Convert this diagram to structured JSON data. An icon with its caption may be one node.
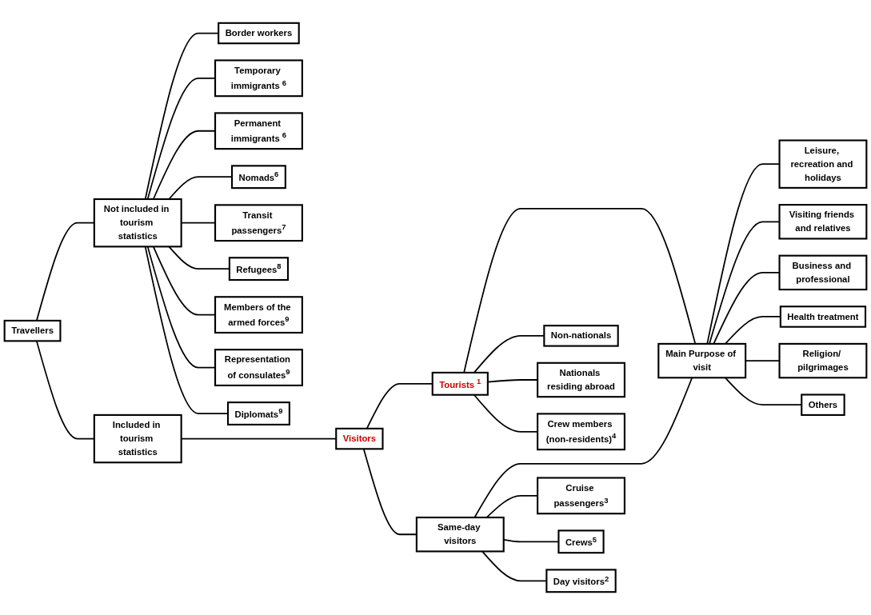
{
  "diagram": {
    "nodes": [
      {
        "text": [
          "Travellers"
        ]
      },
      {
        "text": [
          "Not included in tourism statistics"
        ]
      },
      {
        "text": [
          "Included in tourism statistics"
        ]
      },
      {
        "text": [
          "Visitors"
        ]
      },
      {
        "text": [
          "Tourists $^{1}$"
        ]
      },
      {
        "text": [
          "Same-day visitors"
        ]
      },
      {
        "text": [
          "Main Purpose of visit"
        ]
      },
      {
        "text": [
          "Leisure, recreation and holidays"
        ]
      },
      {
        "text": [
          "Visiting friends and relatives"
        ]
      },
      {
        "text": [
          "Business and professional"
        ]
      },
      {
        "text": [
          "Health treatment"
        ]
      },
      {
        "text": [
          "Religion/ pilgrimages"
        ]
      },
      {
        "text": [
          "Others"
        ]
      },
      {
        "text": [
          "Non-nationals"
        ]
      },
      {
        "text": [
          "Nationals residing abroad"
        ]
      },
      {
        "text": [
          "Crew members (non-residents)$^{4}$"
        ]
      },
      {
        "text": [
          "Cruise passengers$^{3}$"
        ]
      },
      {
        "text": [
          "Crews$^{5}$"
        ]
      },
      {
        "text": [
          "Day visitors$^{2}$"
        ]
      },
      {
        "text": [
          "Border workers"
        ]
      },
      {
        "text": [
          "Temporary immigrants $^{6}$"
        ]
      },
      {
        "text": [
          "Permanent immigrants $^{6}$"
        ]
      },
      {
        "text": [
          "Nomads$^{6}$"
        ]
      },
      {
        "text": [
          "Transit passengers$^{7}$"
        ]
      },
      {
        "text": [
          "Refugees$^{8}$"
        ]
      },
      {
        "text": [
          "Members of the armed forces$^{9}$"
        ]
      },
      {
        "text": [
          "Representation of consulates$^{9}$"
        ]
      },
      {
        "text": [
          "Diplomats$^{9}$"
        ]
      }
    ],
    "edges": [
      {
        "from": 0,
        "to": 1,
        "arrow": "none"
      },
      {
        "from": 0,
        "to": 2,
        "arrow": "none"
      },
      {
        "from": 2,
        "to": 3,
        "arrow": "none"
      },
      {
        "from": 3,
        "to": 4,
        "arrow": "none"
      },
      {
        "from": 3,
        "to": 5,
        "arrow": "none"
      },
      {
        "from": 1,
        "to": 19,
        "arrow": "none"
      },
      {
        "from": 1,
        "to": 20,
        "arrow": "none"
      },
      {
        "from": 1,
        "to": 21,
        "arrow": "none"
      },
      {
        "from": 1,
        "to": 22,
        "arrow": "none"
      },
      {
        "from": 1,
        "to": 23,
        "arrow": "none"
      },
      {
        "from": 1,
        "to": 24,
        "arrow": "none"
      },
      {
        "from": 1,
        "to": 25,
        "arrow": "none"
      },
      {
        "from": 1,
        "to": 26,
        "arrow": "none"
      },
      {
        "from": 1,
        "to": 27,
        "arrow": "none"
      },
      {
        "from": 4,
        "to": 6,
        "arrow": "none"
      },
      {
        "from": 5,
        "to": 6,
        "arrow": "none"
      },
      {
        "from": 6,
        "to": 7,
        "arrow": "none"
      },
      {
        "from": 6,
        "to": 8,
        "arrow": "none"
      },
      {
        "from": 6,
        "to": 9,
        "arrow": "none"
      },
      {
        "from": 6,
        "to": 10,
        "arrow": "none"
      },
      {
        "from": 6,
        "to": 11,
        "arrow": "none"
      },
      {
        "from": 6,
        "to": 12,
        "arrow": "none"
      },
      {
        "from": 4,
        "to": 13,
        "arrow": "none"
      },
      {
        "from": 4,
        "to": 14,
        "arrow": "none"
      },
      {
        "from": 4,
        "to": 15,
        "arrow": "none"
      },
      {
        "from": 5,
        "to": 16,
        "arrow": "none"
      },
      {
        "from": 5,
        "to": 17,
        "arrow": "none"
      },
      {
        "from": 5,
        "to": 18,
        "arrow": "none"
      }
    ]
  }
}
